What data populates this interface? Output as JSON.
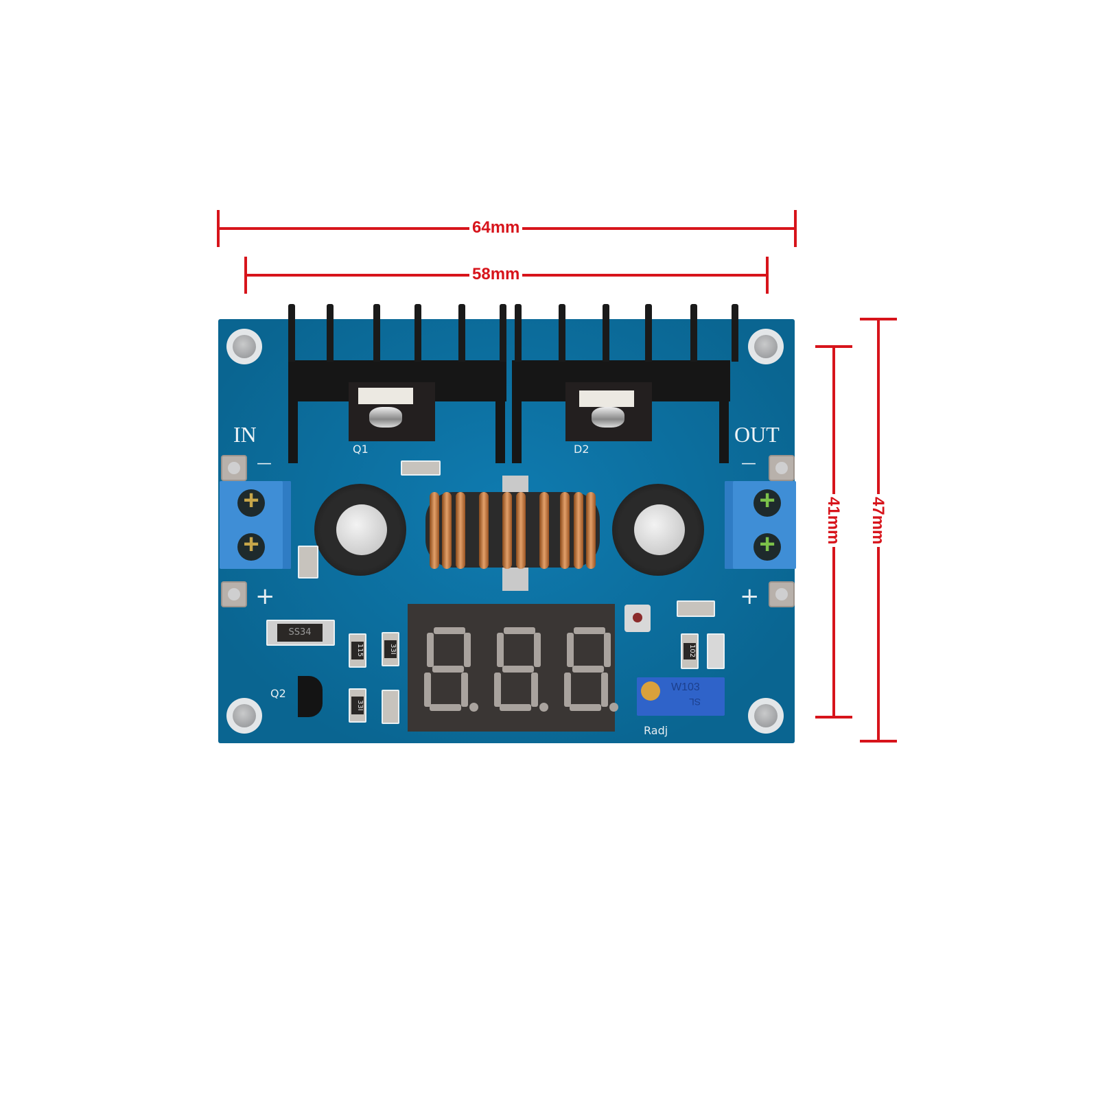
{
  "dimensions": {
    "overall_width": "64mm",
    "hole_spacing_width": "58mm",
    "hole_spacing_height": "41mm",
    "overall_height": "47mm",
    "line_color": "#d7141b"
  },
  "board": {
    "color": "#0b6e9e",
    "labels": {
      "input": "IN",
      "output": "OUT",
      "minus_in": "—",
      "plus_in": "+",
      "minus_out": "—",
      "plus_out": "+",
      "q1": "Q1",
      "d2": "D2",
      "q2": "Q2",
      "radj": "Radj"
    },
    "components": {
      "diode": "SS34",
      "resistor_1": "115",
      "resistor_2": "33I",
      "resistor_3": "33I",
      "resistor_4": "102",
      "trimpot": "W103",
      "trimpot_sub": "SL"
    },
    "display": {
      "digits": [
        "8.",
        "8.",
        "8."
      ],
      "segment_color": "#a9a39e"
    }
  }
}
